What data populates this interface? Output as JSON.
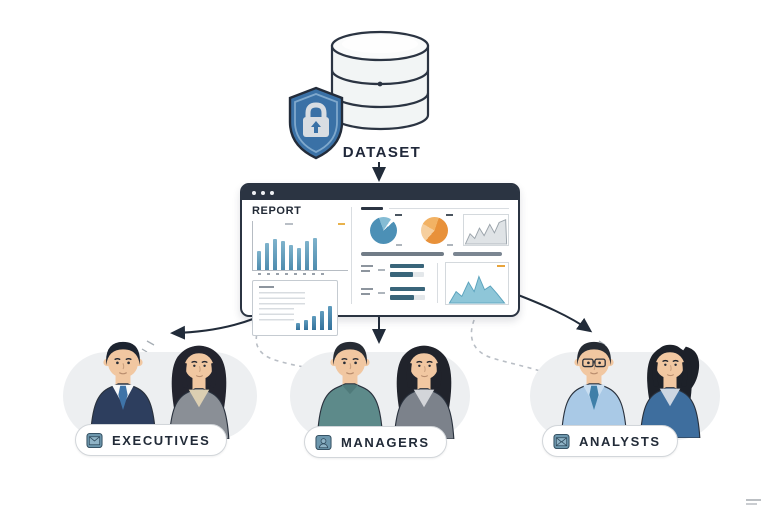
{
  "diagram": {
    "dataset": {
      "label": "DATASET",
      "icon": "database-cylinder-icon",
      "security_icon": "shield-lock-icon"
    },
    "report_window": {
      "title": "REPORT",
      "window_controls": "three-dots",
      "charts": {
        "main_bar_chart": {
          "type": "bar",
          "values": [
            48,
            68,
            78,
            72,
            62,
            55,
            72,
            80
          ]
        },
        "table_mini_bar_chart": {
          "type": "bar",
          "values": [
            28,
            42,
            58,
            78,
            100
          ]
        },
        "pie_blue": {
          "type": "pie",
          "from": -20,
          "slices": [
            {
              "color": "#85bcd4",
              "pct": 15
            },
            {
              "color": "#ffffff",
              "pct": 4
            },
            {
              "color": "#4c90b6",
              "pct": 81
            }
          ]
        },
        "pie_orange": {
          "type": "pie",
          "from": -60,
          "slices": [
            {
              "color": "#f2b264",
              "pct": 22
            },
            {
              "color": "#e8913a",
              "pct": 56
            },
            {
              "color": "#f6cf9e",
              "pct": 22
            }
          ]
        },
        "h_bar_clusters": [
          [
            {
              "fill": 84,
              "track": 84
            },
            {
              "fill": 58,
              "track": 86
            }
          ],
          [
            {
              "fill": 88,
              "track": 88
            },
            {
              "fill": 60,
              "track": 88
            }
          ]
        ]
      }
    },
    "groups": [
      {
        "id": "executives",
        "label": "EXECUTIVES",
        "badge_icon": "envelope-badge-icon",
        "man": {
          "hair": "#1d2430",
          "skin": "#f1c7a1",
          "jacket": "#2d3e5e",
          "shirt": "#f6f8fa",
          "tie": "#3f74a8"
        },
        "woman": {
          "hair": "#23242e",
          "skin": "#f1c7a1",
          "jacket": "#8a8f96",
          "top": "#dccfb2"
        }
      },
      {
        "id": "managers",
        "label": "MANAGERS",
        "badge_icon": "person-badge-icon",
        "man": {
          "hair": "#272c34",
          "skin": "#f1c7a1",
          "jacket": "#5d8a8a",
          "shirt": "#4f7a7a",
          "tie": "#5d8a8a"
        },
        "woman": {
          "hair": "#20232b",
          "skin": "#f1c7a1",
          "jacket": "#7c828b",
          "top": "#d3d5d9"
        }
      },
      {
        "id": "analysts",
        "label": "ANALYSTS",
        "badge_icon": "envelope-badge-icon",
        "man": {
          "hair": "#262b33",
          "skin": "#f1c7a1",
          "jacket": "#a9c9e6",
          "shirt": "#c9def1",
          "tie": "#3f7fa8"
        },
        "woman": {
          "hair": "#1d2129",
          "skin": "#f1c7a1",
          "jacket": "#3e6e9e",
          "top": "#ccd6e2"
        }
      }
    ],
    "colors": {
      "outline": "#222c3a",
      "window_chrome": "#2b3442",
      "accent_blue": "#4c90b6",
      "accent_orange": "#e8913a",
      "bar_teal": "#39657a",
      "area_fill": "#8ec6d8",
      "blob_background": "#edeff1",
      "shield_blue": "#3a71a6",
      "dashed_connector": "#b9bec5"
    }
  }
}
